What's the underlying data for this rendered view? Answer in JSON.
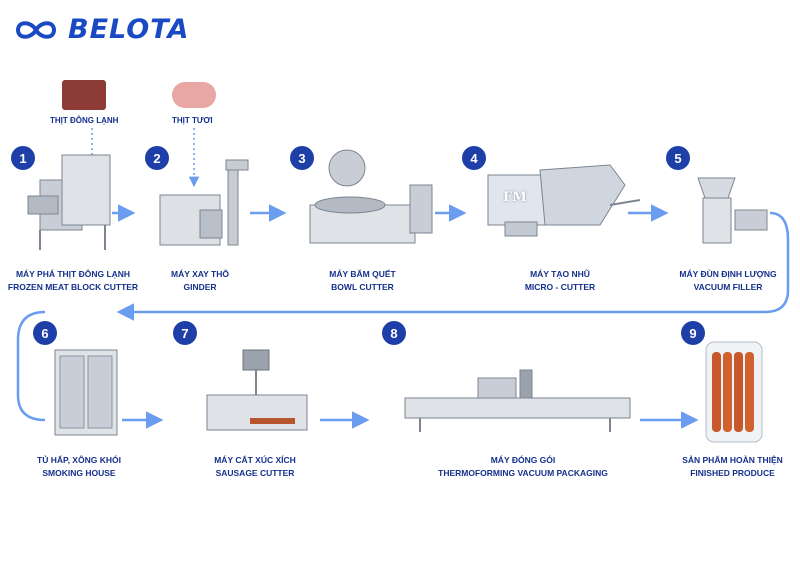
{
  "brand": {
    "name": "BELOTA",
    "logo_icon": "infinity-icon",
    "color": "#1a49c4"
  },
  "colors": {
    "flow_line": "#6a9cf0",
    "step_badge": "#1f3fa8",
    "label": "#15308c"
  },
  "inputs": {
    "frozen": {
      "label": "THỊT ĐÔNG LẠNH",
      "icon": "frozen-meat-image"
    },
    "fresh": {
      "label": "THỊT TƯƠI",
      "icon": "fresh-meat-image"
    }
  },
  "steps": [
    {
      "number": "1",
      "label_vi": "MÁY PHÁ THỊT ĐÔNG LẠNH",
      "label_en": "FROZEN MEAT BLOCK CUTTER"
    },
    {
      "number": "2",
      "label_vi": "MÁY XAY THÔ",
      "label_en": "GINDER"
    },
    {
      "number": "3",
      "label_vi": "MÁY BĂM QUẾT",
      "label_en": "BOWL CUTTER"
    },
    {
      "number": "4",
      "label_vi": "MÁY TẠO NHŨ",
      "label_en": "MICRO - CUTTER"
    },
    {
      "number": "5",
      "label_vi": "MÁY ĐÙN ĐỊNH LƯỢNG",
      "label_en": "VACUUM FILLER"
    },
    {
      "number": "6",
      "label_vi": "TỦ HẤP, XÔNG KHÓI",
      "label_en": "SMOKING HOUSE"
    },
    {
      "number": "7",
      "label_vi": "MÁY CẮT XÚC XÍCH",
      "label_en": "SAUSAGE CUTTER"
    },
    {
      "number": "8",
      "label_vi": "MÁY ĐÓNG GÓI",
      "label_en": "THERMOFORMING VACUUM PACKAGING"
    },
    {
      "number": "9",
      "label_vi": "SẢN PHẨM HOÀN THIỆN",
      "label_en": "FINISHED PRODUCE"
    }
  ],
  "machine_marks": {
    "micro_cutter_brand": "FM"
  }
}
